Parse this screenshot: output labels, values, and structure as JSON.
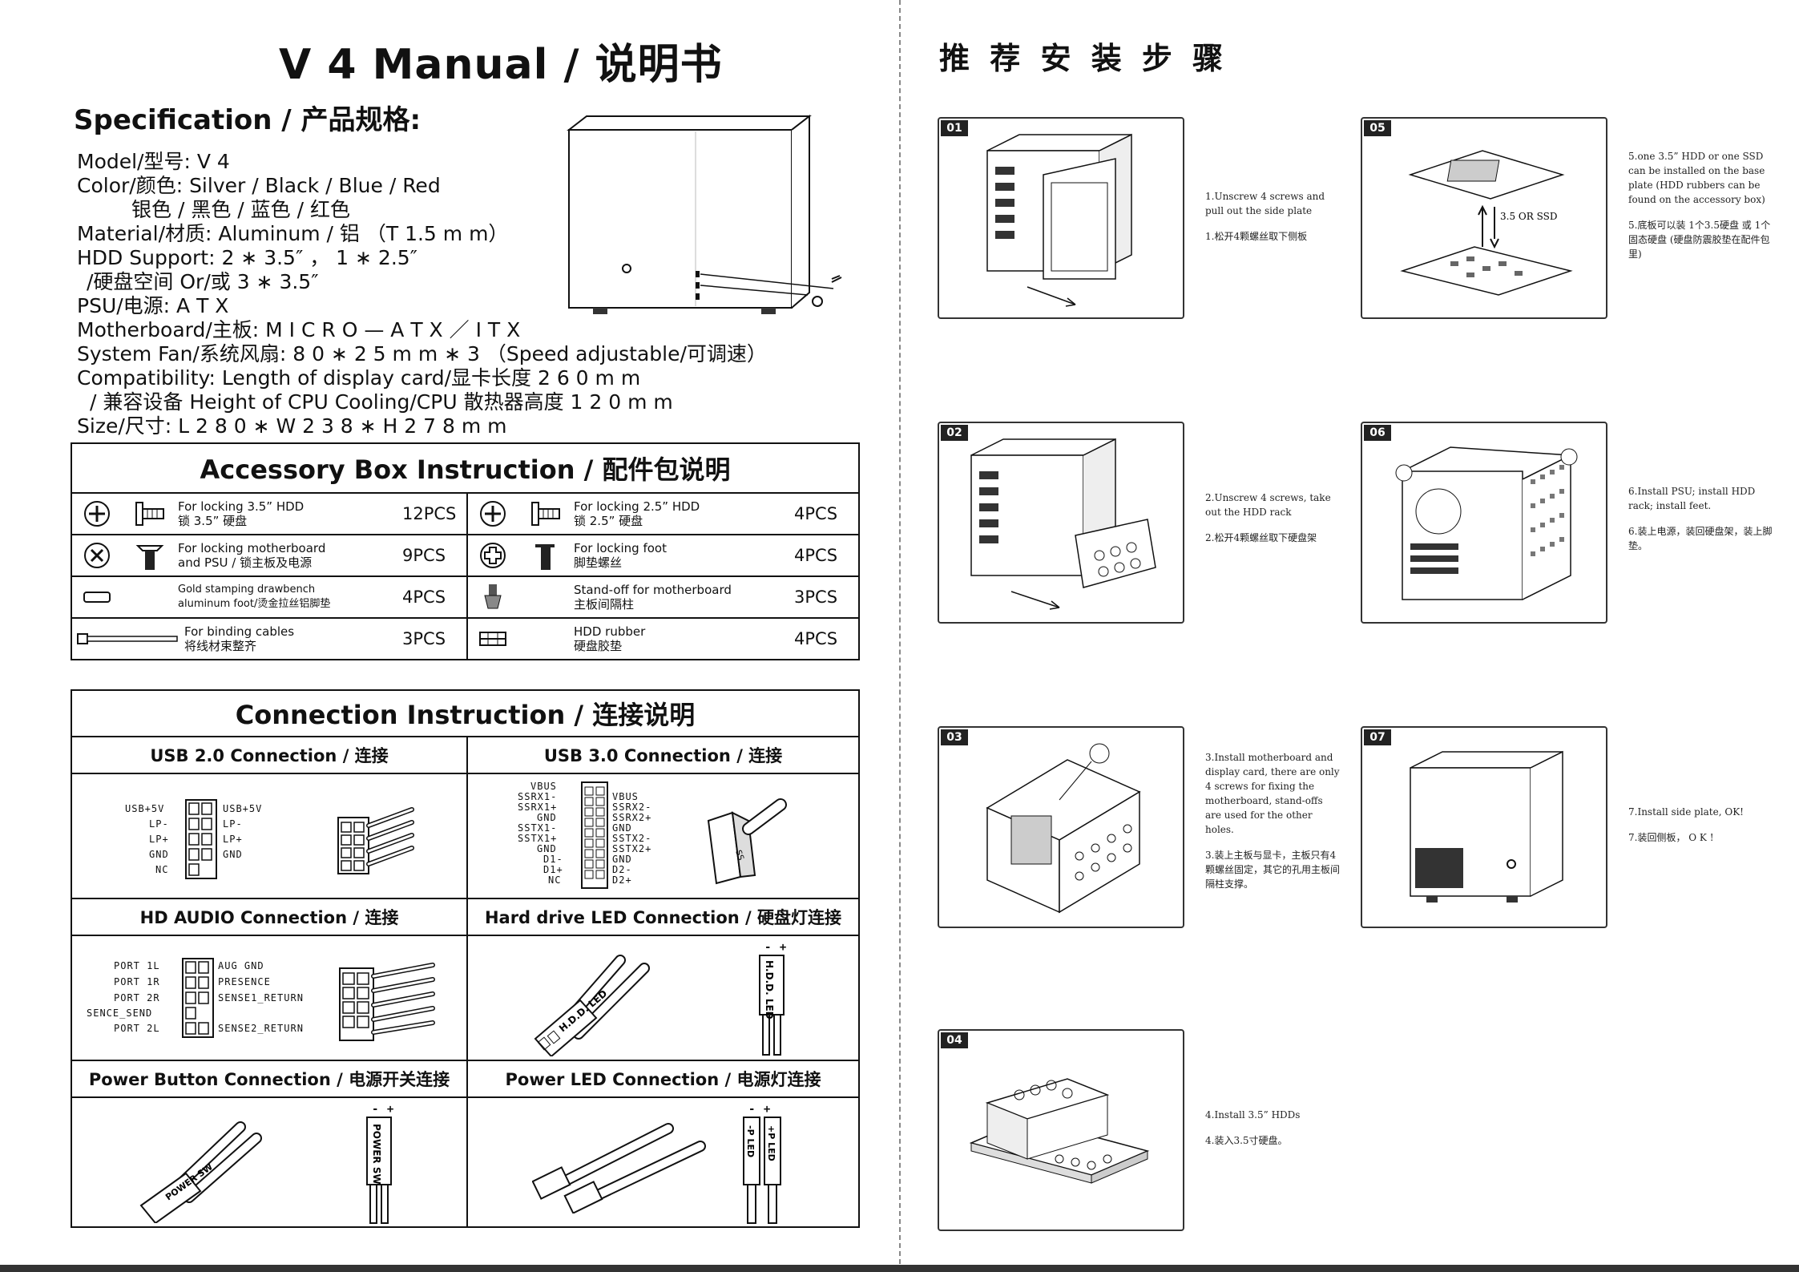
{
  "title": "V 4 Manual / 说明书",
  "spec": {
    "title": "Specification / 产品规格:",
    "lines": [
      "Model/型号:  V 4",
      "Color/颜色:  Silver / Black / Blue / Red",
      "银色 / 黑色 / 蓝色 / 红色",
      "Material/材质:  Aluminum / 铝 （T 1.5 m m）",
      "HDD Support:  2 ∗ 3.5″ ， 1 ∗ 2.5″",
      "/硬盘空间  Or/或    3 ∗ 3.5″",
      "PSU/电源:  A T X",
      "Motherboard/主板:  M I C R O — A T X ／ I T X",
      "System Fan/系统风扇:  8 0 ∗ 2 5 m m ∗ 3 （Speed adjustable/可调速）",
      "Compatibility:  Length of display card/显卡长度 2 6 0 m m",
      "/ 兼容设备  Height of CPU Cooling/CPU 散热器高度  1 2 0 m m",
      "Size/尺寸:  L 2 8 0 ∗ W 2 3 8 ∗ H 2 7 8 m m"
    ]
  },
  "accessory": {
    "title": "Accessory Box Instruction / 配件包说明",
    "items": [
      {
        "en": "For locking 3.5” HDD",
        "cn": "锁 3.5” 硬盘",
        "qty": "12PCS",
        "icon": "screw-phillips-icon"
      },
      {
        "en": "For locking 2.5” HDD",
        "cn": "锁 2.5” 硬盘",
        "qty": "4PCS",
        "icon": "screw-phillips-icon"
      },
      {
        "en": "For locking motherboard",
        "cn": "and PSU / 锁主板及电源",
        "qty": "9PCS",
        "icon": "screw-hex-icon"
      },
      {
        "en": "For locking foot",
        "cn": "脚垫螺丝",
        "qty": "4PCS",
        "icon": "screw-foot-icon"
      },
      {
        "en": "Gold stamping drawbench",
        "cn": "aluminum foot/烫金拉丝铝脚垫",
        "qty": "4PCS",
        "icon": "foot-icon"
      },
      {
        "en": "Stand-off for motherboard",
        "cn": "主板间隔柱",
        "qty": "3PCS",
        "icon": "standoff-icon"
      },
      {
        "en": "For binding cables",
        "cn": "将线材束整齐",
        "qty": "3PCS",
        "icon": "cable-tie-icon"
      },
      {
        "en": "HDD rubber",
        "cn": "硬盘胶垫",
        "qty": "4PCS",
        "icon": "rubber-icon"
      }
    ]
  },
  "connection": {
    "title": "Connection Instruction / 连接说明",
    "usb2": {
      "title": "USB 2.0 Connection / 连接",
      "left": [
        "USB+5V",
        "LP-",
        "LP+",
        "GND",
        "NC"
      ],
      "right": [
        "USB+5V",
        "LP-",
        "LP+",
        "GND"
      ]
    },
    "usb3": {
      "title": "USB 3.0 Connection / 连接",
      "left": [
        "VBUS",
        "SSRX1-",
        "SSRX1+",
        "GND",
        "SSTX1-",
        "SSTX1+",
        "GND",
        "D1-",
        "D1+",
        "NC"
      ],
      "right": [
        "VBUS",
        "SSRX2-",
        "SSRX2+",
        "GND",
        "SSTX2-",
        "SSTX2+",
        "GND",
        "D2-",
        "D2+"
      ]
    },
    "audio": {
      "title": "HD AUDIO Connection / 连接",
      "left": [
        "PORT 1L",
        "PORT 1R",
        "PORT 2R",
        "SENCE_SEND",
        "PORT 2L"
      ],
      "right": [
        "AUG GND",
        "PRESENCE",
        "SENSE1_RETURN",
        "",
        "SENSE2_RETURN"
      ]
    },
    "hdd_led": {
      "title": "Hard drive LED Connection / 硬盘灯连接",
      "plug": "H.D.D. LED",
      "polarity": "- +",
      "side": "H.D.D.  LED"
    },
    "power_btn": {
      "title": "Power Button Connection / 电源开关连接",
      "plug": "POWER SW",
      "side": "POWER SW",
      "polarity": "- +"
    },
    "power_led": {
      "title": "Power LED Connection / 电源灯连接",
      "side_a": "-P LED",
      "side_b": "+P LED",
      "polarity": "- +"
    }
  },
  "steps": {
    "title": "推 荐 安 装 步 骤",
    "items": [
      {
        "num": "01",
        "en": "1.Unscrew 4 screws and pull out the side plate",
        "cn": "1.松开4颗螺丝取下侧板"
      },
      {
        "num": "02",
        "en": "2.Unscrew 4 screws, take out the HDD rack",
        "cn": "2.松开4颗螺丝取下硬盘架"
      },
      {
        "num": "03",
        "en": "3.Install motherboard and display card, there are only 4 screws for fixing the motherboard, stand-offs are used for the other holes.",
        "cn": "3.装上主板与显卡，主板只有4颗螺丝固定，其它的孔用主板间隔柱支撑。"
      },
      {
        "num": "04",
        "en": "4.Install 3.5” HDDs",
        "cn": "4.装入3.5寸硬盘。"
      },
      {
        "num": "05",
        "en": "5.one 3.5” HDD or one SSD can be installed on the base plate (HDD rubbers can be found on the accessory box)",
        "cn": "5.底板可以装 1个3.5硬盘 或 1个固态硬盘 (硬盘防震胶垫在配件包里)",
        "label": "3.5 OR SSD"
      },
      {
        "num": "06",
        "en": "6.Install PSU; install HDD rack; install feet.",
        "cn": "6.装上电源，装回硬盘架，装上脚垫。"
      },
      {
        "num": "07",
        "en": "7.Install side plate, OK!",
        "cn": "7.装回侧板， O K !"
      }
    ]
  }
}
